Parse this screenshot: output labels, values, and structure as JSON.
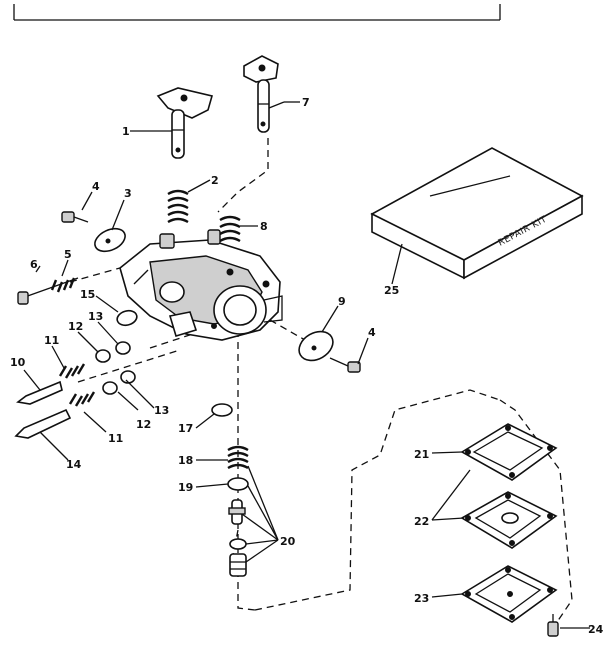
{
  "title": "",
  "callouts": {
    "c1": "1",
    "c2": "2",
    "c3": "3",
    "c4a": "4",
    "c4b": "4",
    "c5": "5",
    "c6": "6",
    "c7": "7",
    "c8": "8",
    "c9": "9",
    "c10": "10",
    "c11a": "11",
    "c11b": "11",
    "c12a": "12",
    "c12b": "12",
    "c13a": "13",
    "c13b": "13",
    "c14": "14",
    "c15": "15",
    "c17": "17",
    "c18": "18",
    "c19": "19",
    "c20": "20",
    "c21": "21",
    "c22": "22",
    "c23": "23",
    "c24": "24",
    "c25": "25"
  },
  "repair_kit_label": "REPAIR KIT",
  "colors": {
    "ink": "#111111",
    "paper": "#ffffff",
    "shade": "#cfcfcf"
  }
}
